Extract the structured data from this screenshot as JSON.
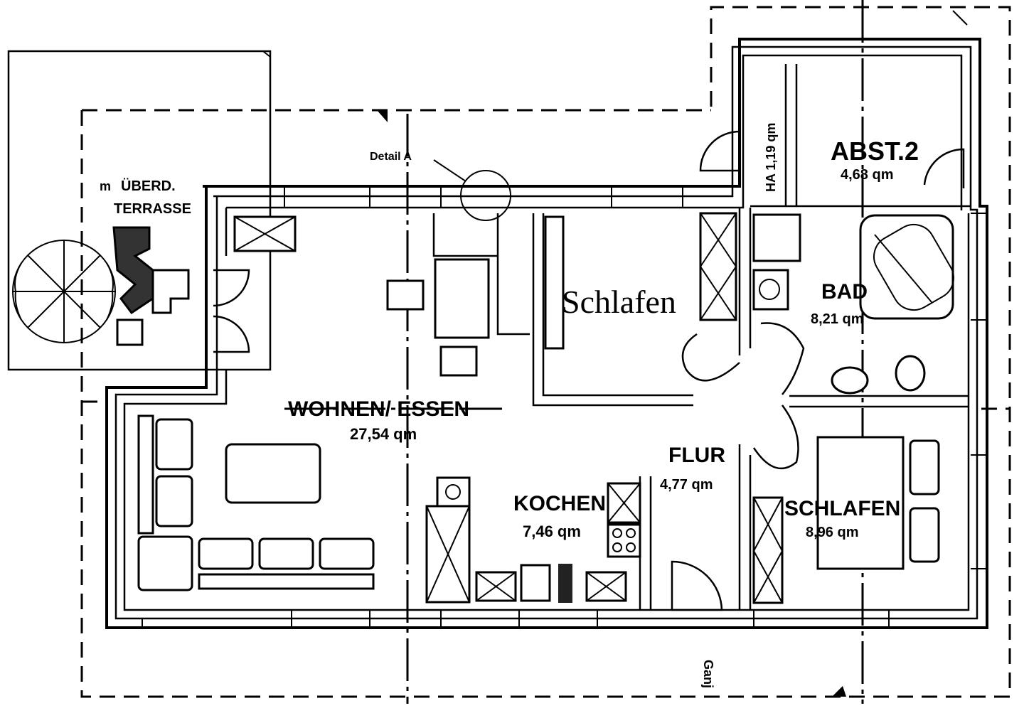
{
  "rooms": {
    "terrace_line1": "ÜBERD.",
    "terrace_prefix": "m",
    "terrace_line2": "TERRASSE",
    "wohnen_name": "WOHNEN/ ESSEN",
    "wohnen_area": "27,54 qm",
    "schlafen_main": "Schlafen",
    "abst_name": "ABST.2",
    "abst_area": "4,68 qm",
    "ha_label": "HA 1,19 qm",
    "bad_name": "BAD",
    "bad_area": "8,21 qm",
    "flur_name": "FLUR",
    "flur_area": "4,77 qm",
    "kochen_name": "KOCHEN",
    "kochen_area": "7,46 qm",
    "schlafen2_name": "SCHLAFEN",
    "schlafen2_area": "8,96 qm"
  },
  "annotations": {
    "detail": "Detail A",
    "entrance_mark": "Ganj"
  }
}
